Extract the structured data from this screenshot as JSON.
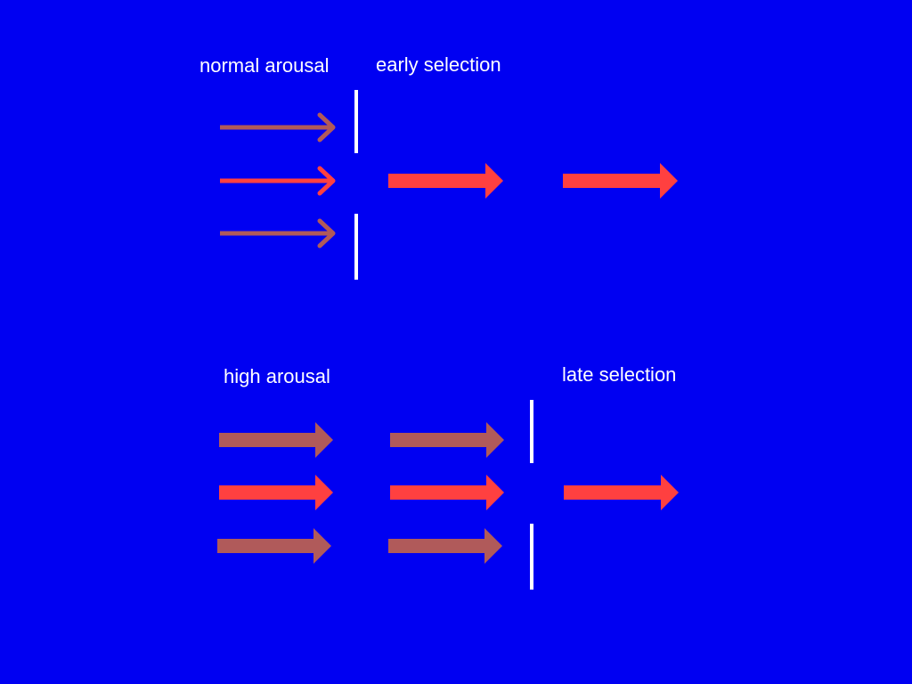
{
  "colors": {
    "background": "#0000f2",
    "selected_channel": "#ff4040",
    "unselected_channel": "#b05a5a",
    "filter_bar": "#ffffff"
  },
  "panels": {
    "normal": {
      "arousal_label": "normal arousal",
      "selection_label": "early selection",
      "filter_stage": "early",
      "channels": [
        {
          "role": "unattended",
          "blocked_at": "early"
        },
        {
          "role": "attended",
          "blocked_at": "none"
        },
        {
          "role": "unattended",
          "blocked_at": "early"
        }
      ]
    },
    "high": {
      "arousal_label": "high arousal",
      "selection_label": "late selection",
      "filter_stage": "late",
      "channels": [
        {
          "role": "unattended",
          "blocked_at": "late"
        },
        {
          "role": "attended",
          "blocked_at": "none"
        },
        {
          "role": "unattended",
          "blocked_at": "late"
        }
      ]
    }
  }
}
